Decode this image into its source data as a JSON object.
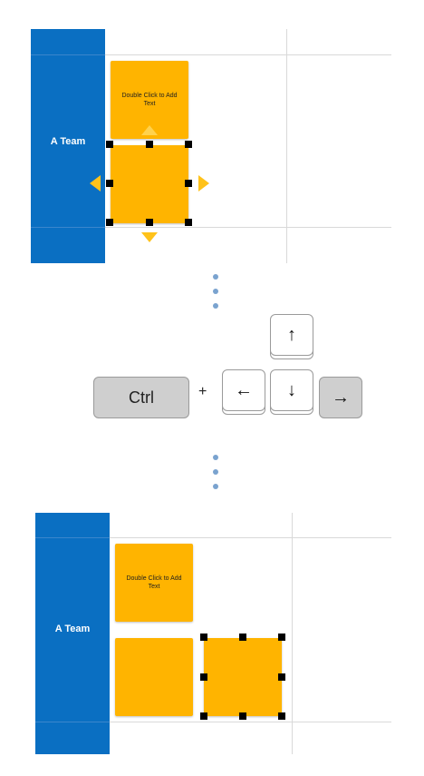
{
  "top_board": {
    "lane_label": "A Team",
    "note_text": "Double Click to Add Text"
  },
  "shortcut": {
    "modifier_key": "Ctrl",
    "plus_sign": "+",
    "arrow_up": "↑",
    "arrow_left": "←",
    "arrow_down": "↓",
    "arrow_right": "→",
    "highlighted_key": "right"
  },
  "bottom_board": {
    "lane_label": "A Team",
    "note_text": "Double Click to Add Text"
  },
  "colors": {
    "lane_blue": "#0a6fc2",
    "note_orange": "#ffb400",
    "hint_arrow_yellow": "#ffc21a",
    "connector_dot": "#7aa3cf",
    "highlight_key_grey": "#cfcfcf"
  }
}
